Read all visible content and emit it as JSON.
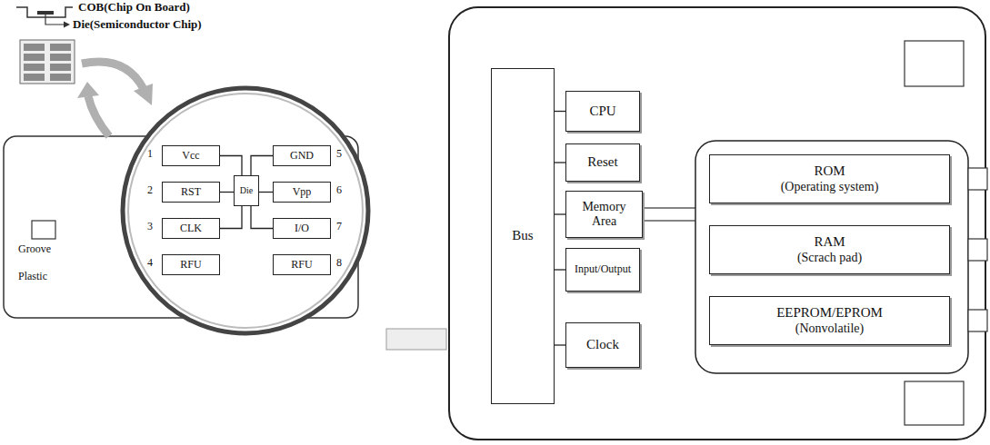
{
  "diagram": {
    "nodes": [
      {
        "text": [
          "Vcc"
        ]
      },
      {
        "text": [
          "GND"
        ]
      },
      {
        "text": [
          "RST"
        ]
      },
      {
        "text": [
          "Die"
        ]
      },
      {
        "text": [
          "Vpp"
        ]
      },
      {
        "text": [
          "CLK"
        ]
      },
      {
        "text": [
          "I/O"
        ]
      },
      {
        "text": [
          "RFU"
        ]
      },
      {
        "text": [
          "RFU"
        ]
      },
      {
        "text": [
          "Bus"
        ]
      },
      {
        "text": [
          "CPU"
        ]
      },
      {
        "text": [
          "Reset"
        ]
      },
      {
        "text": [
          "Memory Area"
        ]
      },
      {
        "text": [
          "Input/Output"
        ]
      },
      {
        "text": [
          "Clock"
        ]
      },
      {
        "text": [
          "ROM",
          "(Operating system)"
        ]
      },
      {
        "text": [
          "RAM",
          "(Scrach pad)"
        ]
      },
      {
        "text": [
          "EEPROM/EPROM",
          "(Nonvolatile)"
        ]
      }
    ],
    "edges": [
      {
        "from": 3,
        "to": 0,
        "arrow": "none"
      },
      {
        "from": 3,
        "to": 2,
        "arrow": "none"
      },
      {
        "from": 3,
        "to": 5,
        "arrow": "none"
      },
      {
        "from": 3,
        "to": 1,
        "arrow": "none"
      },
      {
        "from": 3,
        "to": 4,
        "arrow": "none"
      },
      {
        "from": 3,
        "to": 6,
        "arrow": "none"
      },
      {
        "from": 9,
        "to": 10,
        "arrow": "none"
      },
      {
        "from": 9,
        "to": 11,
        "arrow": "none"
      },
      {
        "from": 9,
        "to": 12,
        "arrow": "none"
      },
      {
        "from": 9,
        "to": 13,
        "arrow": "none"
      },
      {
        "from": 9,
        "to": 14,
        "arrow": "none"
      }
    ],
    "labels": [
      "COB(Chip On Board)",
      "Die(Semiconductor Chip)",
      "Groove",
      "Plastic",
      "1",
      "2",
      "3",
      "4",
      "5",
      "6",
      "7",
      "8"
    ]
  }
}
